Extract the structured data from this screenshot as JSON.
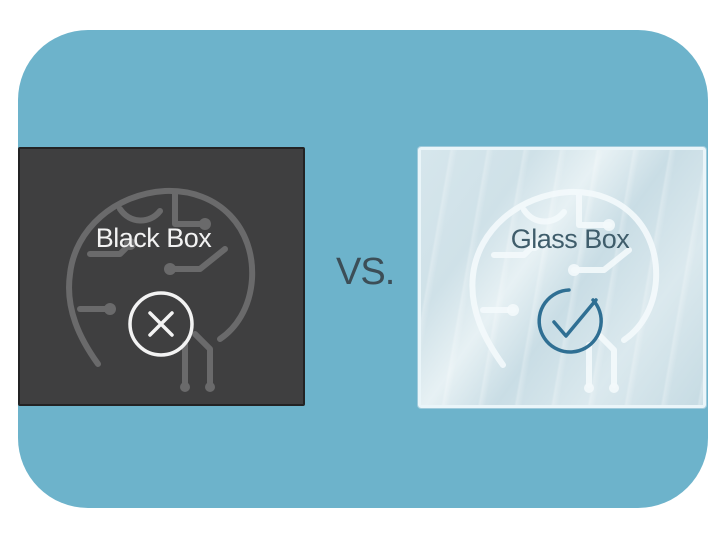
{
  "left_box": {
    "label": "Black Box",
    "status_icon": "x-circle-icon"
  },
  "separator": "VS.",
  "right_box": {
    "label": "Glass Box",
    "status_icon": "check-circle-icon"
  },
  "colors": {
    "background": "#6db3cb",
    "black_box": "#3f3f40",
    "glass_box": "#d3e5ec",
    "check": "#2f6f93"
  }
}
